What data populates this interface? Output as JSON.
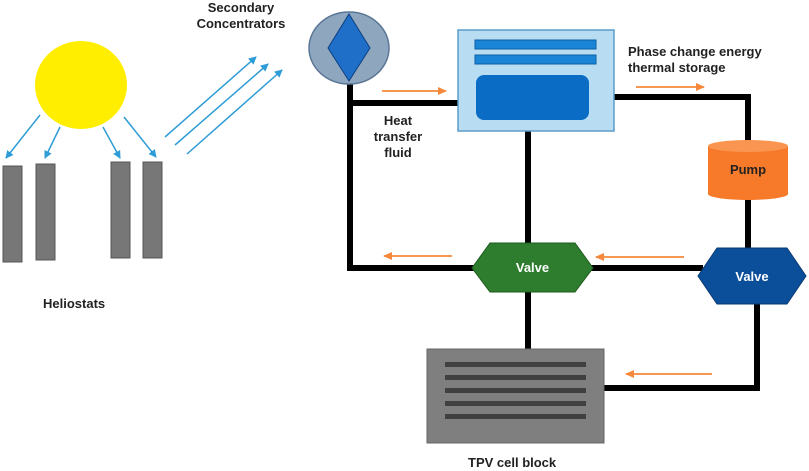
{
  "labels": {
    "secondary_concentrators": "Secondary\nConcentrators",
    "phase_change_storage": "Phase change energy\nthermal storage",
    "heat_transfer_fluid": "Heat\ntransfer\nfluid",
    "pump": "Pump",
    "valve_left": "Valve",
    "valve_right": "Valve",
    "heliostats": "Heliostats",
    "tpv_cell_block": "TPV cell block"
  },
  "colors": {
    "sun": "#ffee00",
    "sun_rays": "#2e9cd6",
    "heliostat": "#777777",
    "pipe": "#000000",
    "flow_arrow": "#f5883b",
    "storage_bg": "#b8dcf2",
    "storage_core": "#0a6cc4",
    "pump": "#f77a2a",
    "valve_left": "#2e7d2e",
    "valve_right": "#0b4f9a",
    "tpv_block": "#7f7f7f",
    "concentrator_circle": "#8fa6bf",
    "concentrator_diamond": "#1f6fc9"
  }
}
